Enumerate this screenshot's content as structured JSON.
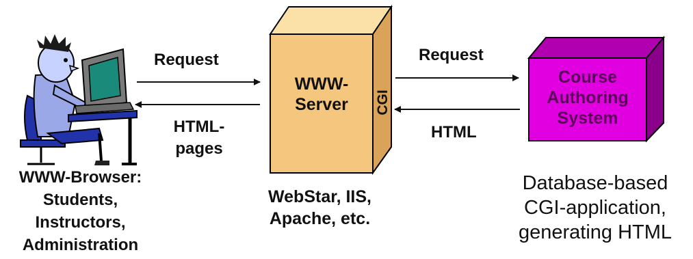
{
  "client": {
    "caption_lines": [
      "WWW-Browser:",
      "Students,",
      "Instructors,",
      "Administration"
    ]
  },
  "server": {
    "label_lines": [
      "WWW-",
      "Server"
    ],
    "side_label": "CGI",
    "caption_lines": [
      "WebStar, IIS,",
      "Apache, etc."
    ],
    "face_color": "#f5c77e",
    "side_color": "#d9a45a",
    "top_color": "#fbe0a8"
  },
  "authoring": {
    "label_lines": [
      "Course",
      "Authoring",
      "System"
    ],
    "caption_lines": [
      "Database-based",
      "CGI-application,",
      "generating HTML"
    ],
    "face_color": "#e000e0",
    "side_color": "#8a008a",
    "top_color": "#b000b0",
    "label_color": "#5a005a"
  },
  "arrows": {
    "client_to_server": "Request",
    "server_to_client_lines": [
      "HTML-",
      "pages"
    ],
    "server_to_authoring": "Request",
    "authoring_to_server": "HTML"
  }
}
